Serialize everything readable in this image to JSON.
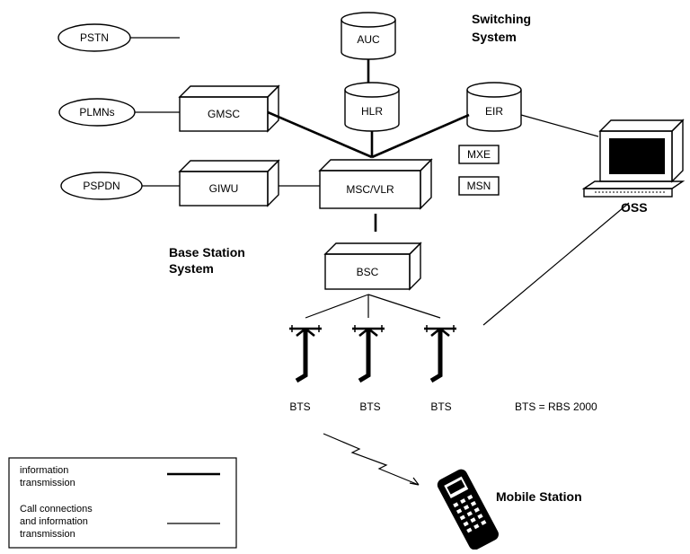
{
  "headings": {
    "switching_line1": "Switching",
    "switching_line2": "System",
    "bss_line1": "Base Station",
    "bss_line2": "System",
    "mobile_station": "Mobile Station",
    "oss": "OSS"
  },
  "networks": {
    "pstn": "PSTN",
    "plmns": "PLMNs",
    "pspdn": "PSPDN"
  },
  "nodes": {
    "auc": "AUC",
    "hlr": "HLR",
    "eir": "EIR",
    "gmsc": "GMSC",
    "giwu": "GIWU",
    "msc_vlr": "MSC/VLR",
    "mxe": "MXE",
    "msn": "MSN",
    "bsc": "BSC"
  },
  "bts": {
    "label_1": "BTS",
    "label_2": "BTS",
    "label_3": "BTS",
    "note": "BTS = RBS 2000"
  },
  "legend": {
    "item1_line1": "information",
    "item1_line2": "transmission",
    "item2_line1": "Call connections",
    "item2_line2": "and information",
    "item2_line3": "transmission"
  }
}
